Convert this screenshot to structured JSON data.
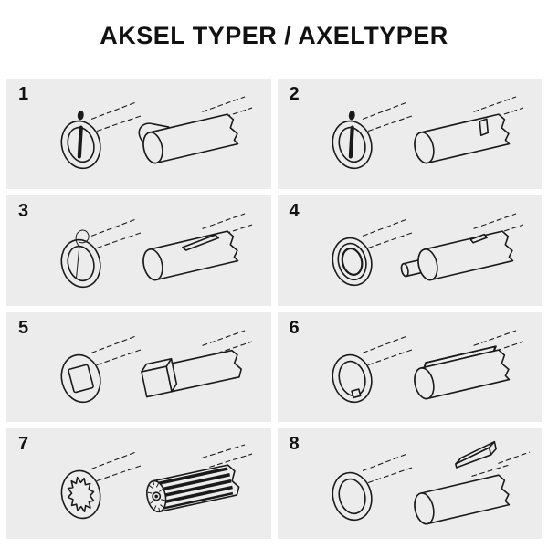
{
  "title": "AKSEL TYPER / AXELTYPER",
  "colors": {
    "panel_bg": "#ececec",
    "line": "#1a1a1a",
    "text": "#111111"
  },
  "cells": [
    {
      "number": "1",
      "icon": "collar-with-ball-pin-and-shaft-with-latch-tab"
    },
    {
      "number": "2",
      "icon": "collar-with-ball-pin-and-shaft-with-pin-slot"
    },
    {
      "number": "3",
      "icon": "tube-with-spring-clip-and-shaft-with-long-key"
    },
    {
      "number": "4",
      "icon": "thick-walled-tube-and-shaft-with-stub-pin"
    },
    {
      "number": "5",
      "icon": "square-bore-tube-and-square-end-shaft"
    },
    {
      "number": "6",
      "icon": "keyway-bore-tube-and-keyed-shaft"
    },
    {
      "number": "7",
      "icon": "splined-bore-tube-and-splined-shaft"
    },
    {
      "number": "8",
      "icon": "plain-tube-and-shaft-with-loose-wedge-key"
    }
  ]
}
